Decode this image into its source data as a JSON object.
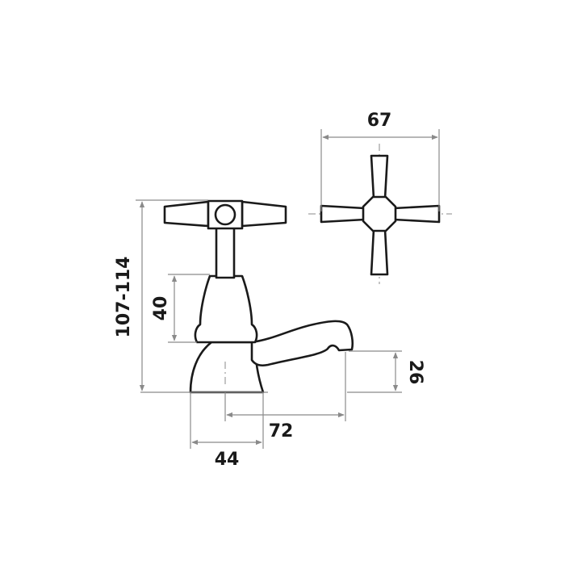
{
  "dimensions": {
    "handle_width": "67",
    "overall_height": "107-114",
    "body_height": "40",
    "outlet_height": "26",
    "spout_reach": "72",
    "base_diameter": "44"
  }
}
